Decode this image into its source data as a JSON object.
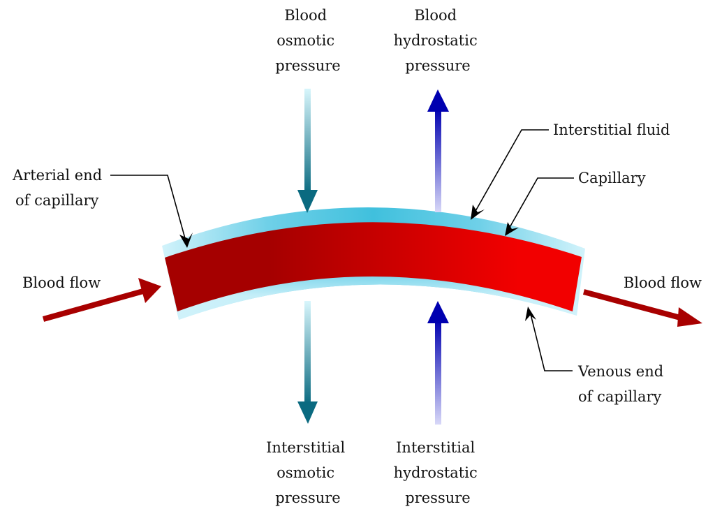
{
  "title": "Capillary fluid exchange: pressures at arterial and venous ends",
  "colors": {
    "blood_dark": "#a50000",
    "blood_bright": "#f20000",
    "interstitial_fluid_dark": "#40c0dd",
    "interstitial_fluid_light": "#d2f3fb",
    "osmotic_arrow_dark": "#0a6a80",
    "osmotic_arrow_light": "#d8f6fc",
    "hydrostatic_arrow_dark": "#0000b0",
    "hydrostatic_arrow_light": "#d8d8f8",
    "flow_arrow": "#a80000",
    "leader": "#000000"
  },
  "labels": {
    "blood_osmotic_pressure": [
      "Blood",
      "osmotic",
      "pressure"
    ],
    "blood_hydrostatic_pressure": [
      "Blood",
      "hydrostatic",
      "pressure"
    ],
    "interstitial_osmotic_pressure": [
      "Interstitial",
      "osmotic",
      "pressure"
    ],
    "interstitial_hydrostatic_pressure": [
      "Interstitial",
      "hydrostatic",
      "pressure"
    ],
    "interstitial_fluid": "Interstitial fluid",
    "capillary": "Capillary",
    "arterial_end": [
      "Arterial end",
      "of capillary"
    ],
    "venous_end": [
      "Venous end",
      "of capillary"
    ],
    "blood_flow_in": "Blood flow",
    "blood_flow_out": "Blood flow"
  },
  "arrows": {
    "blood_osmotic": "inward (down toward capillary)",
    "blood_hydrostatic": "outward (up away from capillary)",
    "interstitial_osmotic": "outward (down away from capillary)",
    "interstitial_hydrostatic": "inward (up toward capillary)",
    "blood_flow": "left to right"
  }
}
